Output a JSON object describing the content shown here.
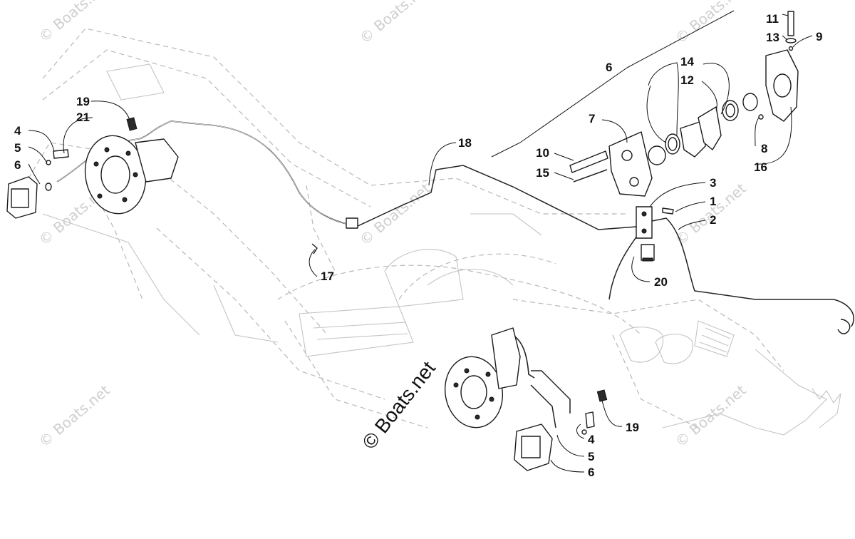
{
  "callouts": {
    "c11": "11",
    "c13": "13",
    "c9": "9",
    "c14": "14",
    "c12": "12",
    "c6a": "6",
    "c7": "7",
    "c18": "18",
    "c10": "10",
    "c15": "15",
    "c8": "8",
    "c16": "16",
    "c3": "3",
    "c1": "1",
    "c2": "2",
    "c20": "20",
    "c17": "17",
    "c19a": "19",
    "c21": "21",
    "c4a": "4",
    "c5a": "5",
    "c6b": "6",
    "c19b": "19",
    "c4b": "4",
    "c5b": "5",
    "c6c": "6"
  },
  "watermark": {
    "main": "© Boats.net",
    "faint": "© Boats.net"
  },
  "colors": {
    "ink": "#111111",
    "ghost": "#b8b8b8",
    "watermark": "#cfcfcf"
  }
}
